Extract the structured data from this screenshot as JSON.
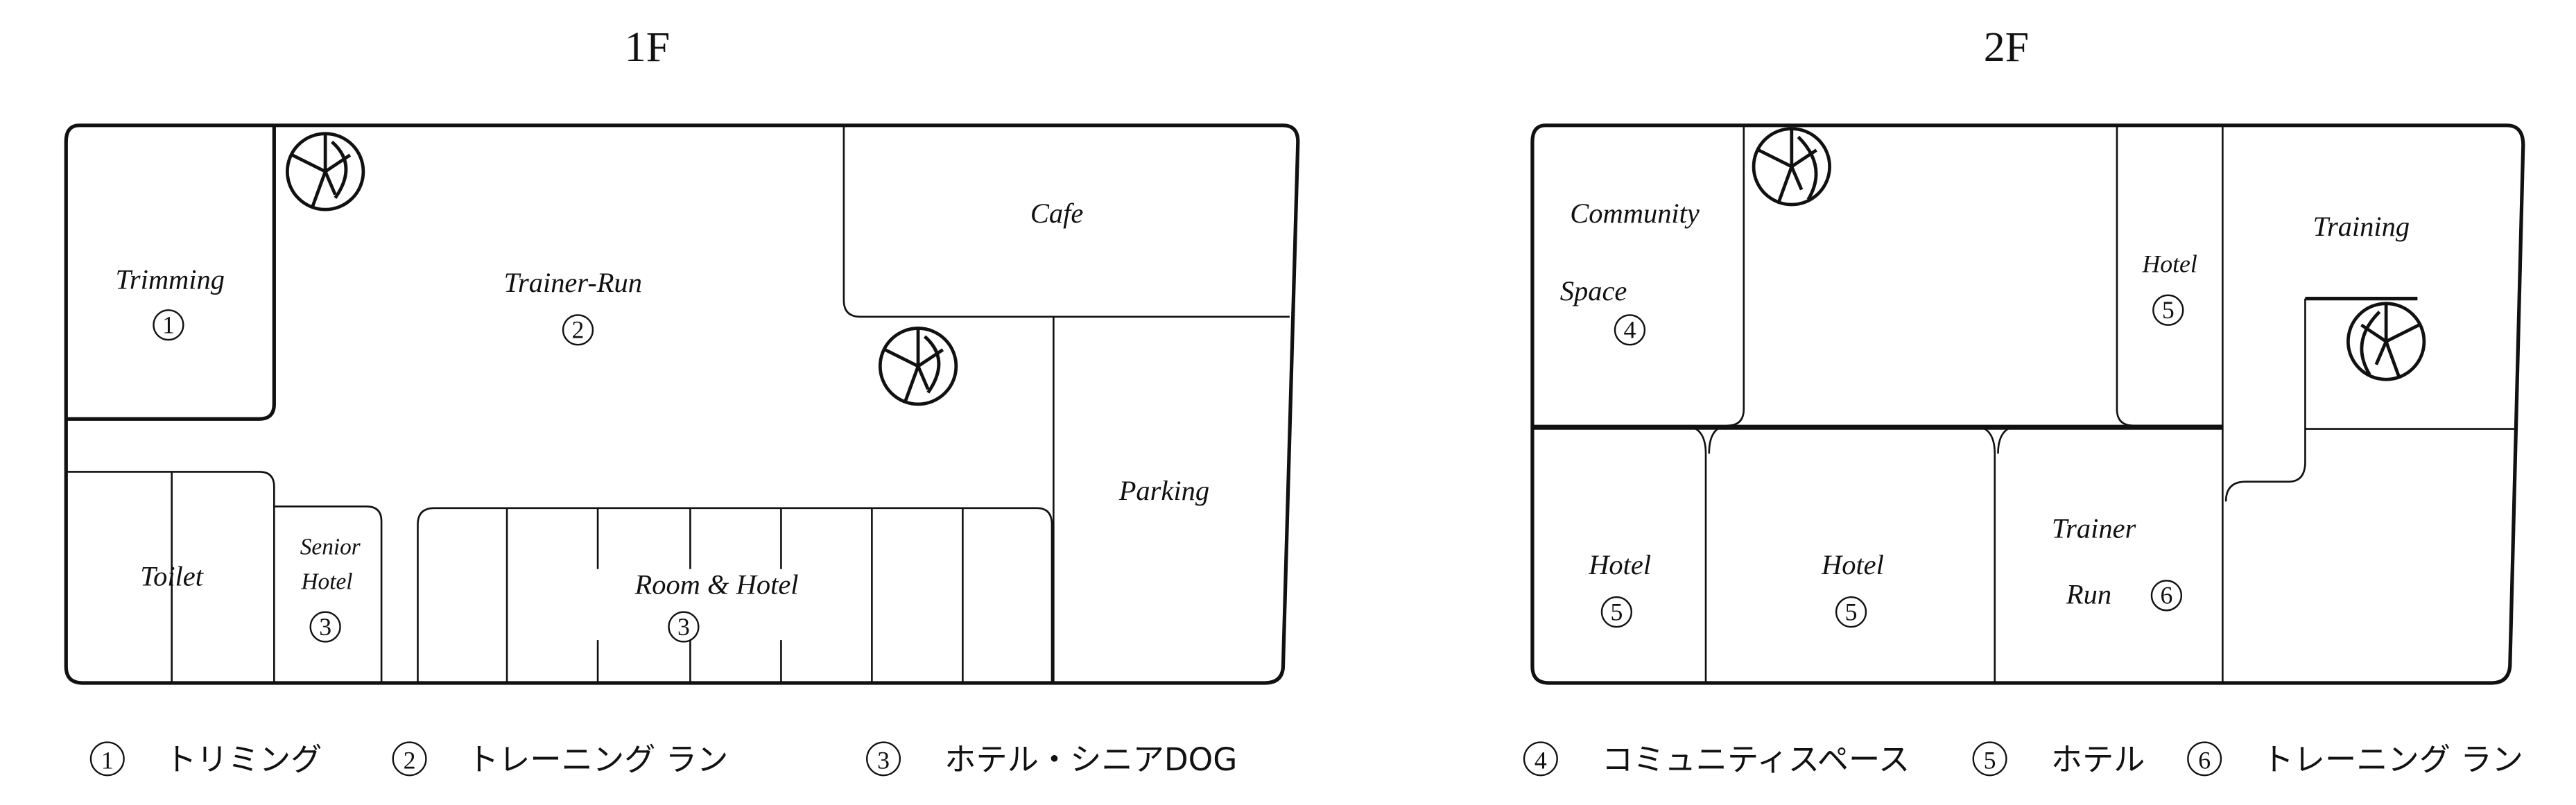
{
  "floors": [
    {
      "title": "1F",
      "rooms": {
        "trimming": {
          "label": "Trimming",
          "num": "1"
        },
        "trainer_run": {
          "label": "Trainer-Run",
          "num": "2"
        },
        "cafe": {
          "label": "Cafe"
        },
        "parking": {
          "label": "Parking"
        },
        "toilet": {
          "label": "Toilet"
        },
        "senior_hotel_1": {
          "label": "Senior"
        },
        "senior_hotel_2": {
          "label": "Hotel",
          "num": "3"
        },
        "room_hotel": {
          "label": "Room & Hotel",
          "num": "3"
        }
      },
      "stairs": [
        "stairs-icon",
        "stairs-icon"
      ],
      "legend": [
        {
          "num": "1",
          "text": "トリミング"
        },
        {
          "num": "2",
          "text": "トレーニング ラン"
        },
        {
          "num": "3",
          "text": "ホテル・シニアDOG"
        }
      ]
    },
    {
      "title": "2F",
      "rooms": {
        "community_1": {
          "label": "Community"
        },
        "community_2": {
          "label": "Space",
          "num": "4"
        },
        "hotel_top": {
          "label": "Hotel",
          "num": "5"
        },
        "training": {
          "label": "Training"
        },
        "hotel_a": {
          "label": "Hotel",
          "num": "5"
        },
        "hotel_b": {
          "label": "Hotel",
          "num": "5"
        },
        "trainer_run_1": {
          "label": "Trainer"
        },
        "trainer_run_2": {
          "label": "Run",
          "num": "6"
        }
      },
      "stairs": [
        "stairs-icon",
        "stairs-icon"
      ],
      "legend": [
        {
          "num": "4",
          "text": "コミュニティスペース"
        },
        {
          "num": "5",
          "text": "ホテル"
        },
        {
          "num": "6",
          "text": "トレーニング ラン"
        }
      ]
    }
  ],
  "colors": {
    "line": "#111111",
    "background": "#ffffff"
  }
}
